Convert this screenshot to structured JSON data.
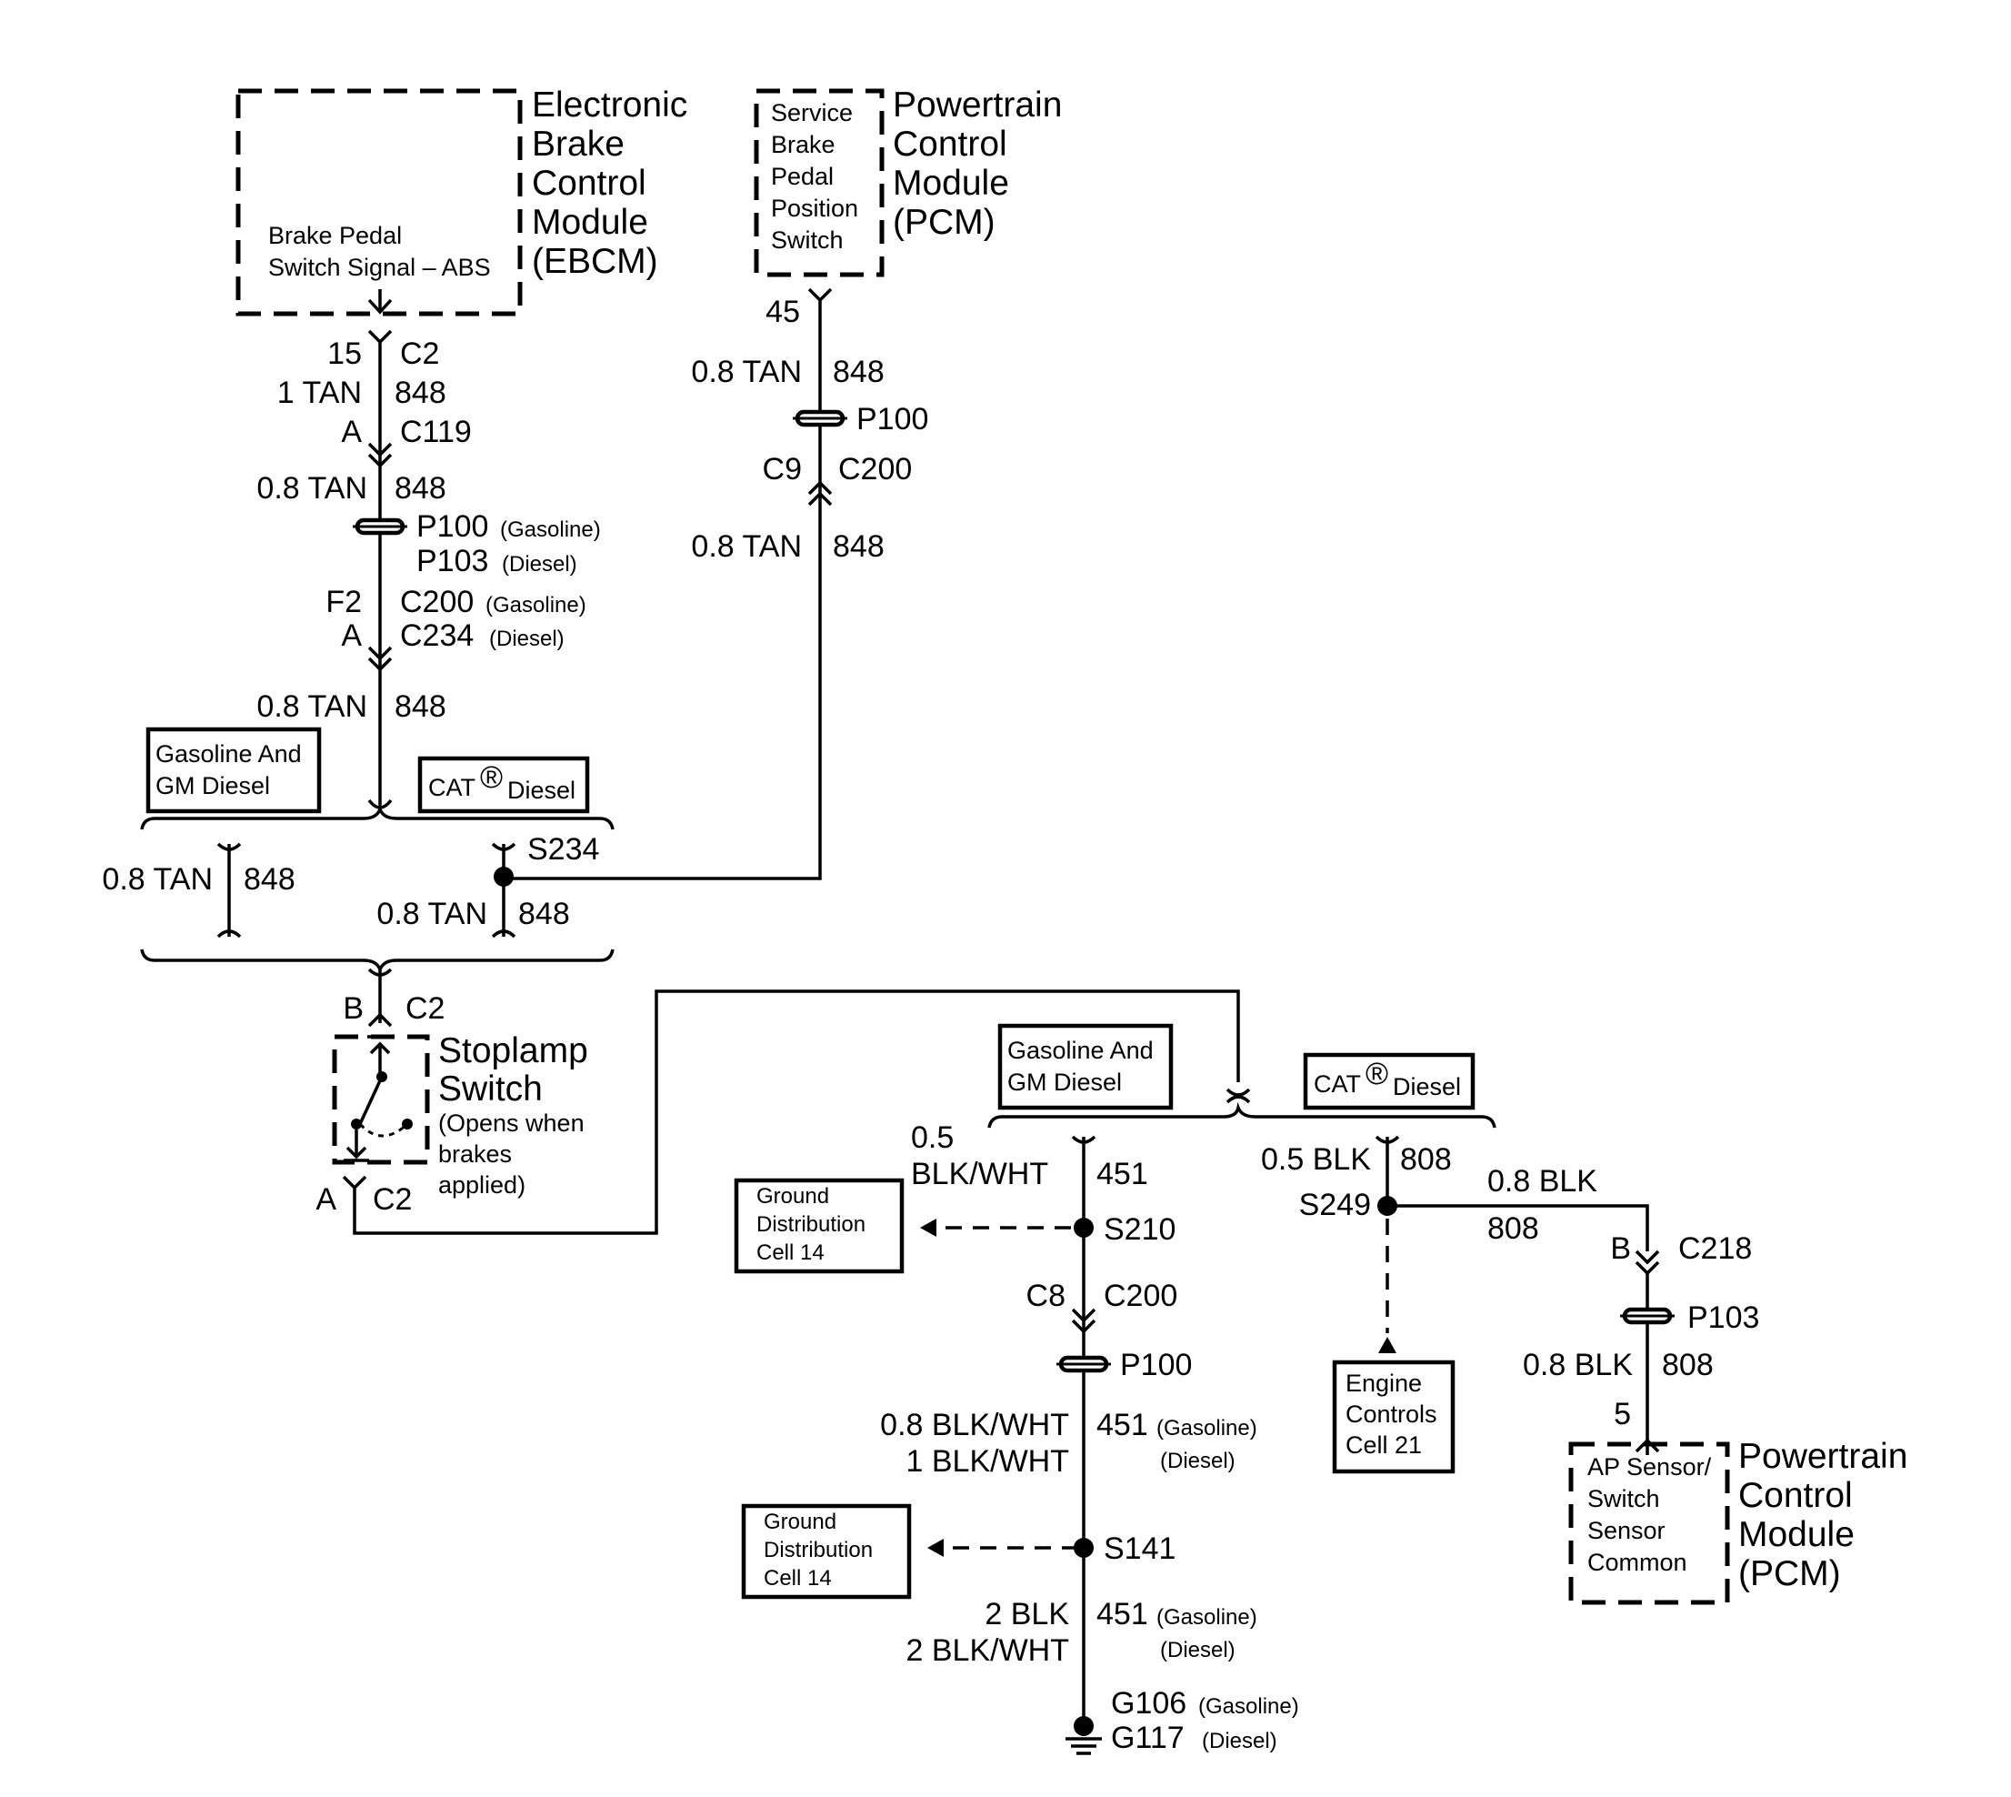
{
  "ebcm": {
    "title": [
      "Electronic",
      "Brake",
      "Control",
      "Module",
      "(EBCM)"
    ],
    "signal": [
      "Brake Pedal",
      "Switch Signal – ABS"
    ]
  },
  "pcm_top": {
    "title": [
      "Powertrain",
      "Control",
      "Module",
      "(PCM)"
    ],
    "switch": [
      "Service",
      "Brake",
      "Pedal",
      "Position",
      "Switch"
    ],
    "pin": "45"
  },
  "ebcm_circuit": {
    "pin": "15",
    "conn": "C2",
    "wire1_size": "1 TAN",
    "wire1_circuit": "848",
    "c119_pin": "A",
    "c119": "C119",
    "wire2": "0.8 TAN",
    "wire2_circuit": "848",
    "p100": "P100",
    "p100_note": "(Gasoline)",
    "p103": "P103",
    "p103_note": "(Diesel)",
    "c200_pin": "F2",
    "c200": "C200",
    "c200_note": "(Gasoline)",
    "c234_pin": "A",
    "c234": "C234",
    "c234_note": "(Diesel)",
    "wire3": "0.8 TAN",
    "wire3_circuit": "848"
  },
  "pcm_circuit": {
    "wire1": "0.8 TAN",
    "wire1_circuit": "848",
    "p100": "P100",
    "c9": "C9",
    "c200": "C200",
    "wire2": "0.8 TAN",
    "wire2_circuit": "848"
  },
  "option_top": {
    "gas": [
      "Gasoline And",
      "GM Diesel"
    ],
    "cat": "CAT",
    "reg": "®",
    "diesel": "Diesel",
    "left_wire": "0.8 TAN",
    "left_circuit": "848",
    "splice": "S234",
    "right_wire": "0.8 TAN",
    "right_circuit": "848"
  },
  "stoplamp": {
    "pin_b": "B",
    "conn_b": "C2",
    "title": [
      "Stoplamp",
      "Switch"
    ],
    "note": [
      "(Opens when",
      "brakes",
      "applied)"
    ],
    "pin_a": "A",
    "conn_a": "C2"
  },
  "option_bottom": {
    "gas": [
      "Gasoline And",
      "GM Diesel"
    ],
    "cat": "CAT",
    "reg": "®",
    "diesel": "Diesel"
  },
  "ground": {
    "wire1_size": [
      "0.5",
      "BLK/WHT"
    ],
    "wire1_circuit": "451",
    "gdc_a": [
      "Ground",
      "Distribution",
      "Cell 14"
    ],
    "s210": "S210",
    "c8": "C8",
    "c200": "C200",
    "p100": "P100",
    "wire2_gas": "0.8  BLK/WHT",
    "wire2_diesel": "1 BLK/WHT",
    "wire2_circuit": "451",
    "gas_note": "(Gasoline)",
    "diesel_note": "(Diesel)",
    "gdc_b": [
      "Ground",
      "Distribution",
      "Cell 14"
    ],
    "s141": "S141",
    "wire3_gas": "2 BLK",
    "wire3_diesel": "2 BLK/WHT",
    "wire3_circuit": "451",
    "g106": "G106",
    "g106_note": "(Gasoline)",
    "g117": "G117",
    "g117_note": "(Diesel)"
  },
  "pcm_ground": {
    "wire1": "0.5 BLK",
    "wire1_circuit": "808",
    "s249": "S249",
    "engine": [
      "Engine",
      "Controls",
      "Cell 21"
    ],
    "wire2": "0.8 BLK",
    "wire2_circuit": "808",
    "c218_pin": "B",
    "c218": "C218",
    "p103": "P103",
    "wire3": "0.8 BLK",
    "wire3_circuit": "808",
    "pin": "5",
    "title": [
      "Powertrain",
      "Control",
      "Module",
      "(PCM)"
    ],
    "sensor": [
      "AP Sensor/",
      "Switch",
      "Sensor",
      "Common"
    ]
  }
}
